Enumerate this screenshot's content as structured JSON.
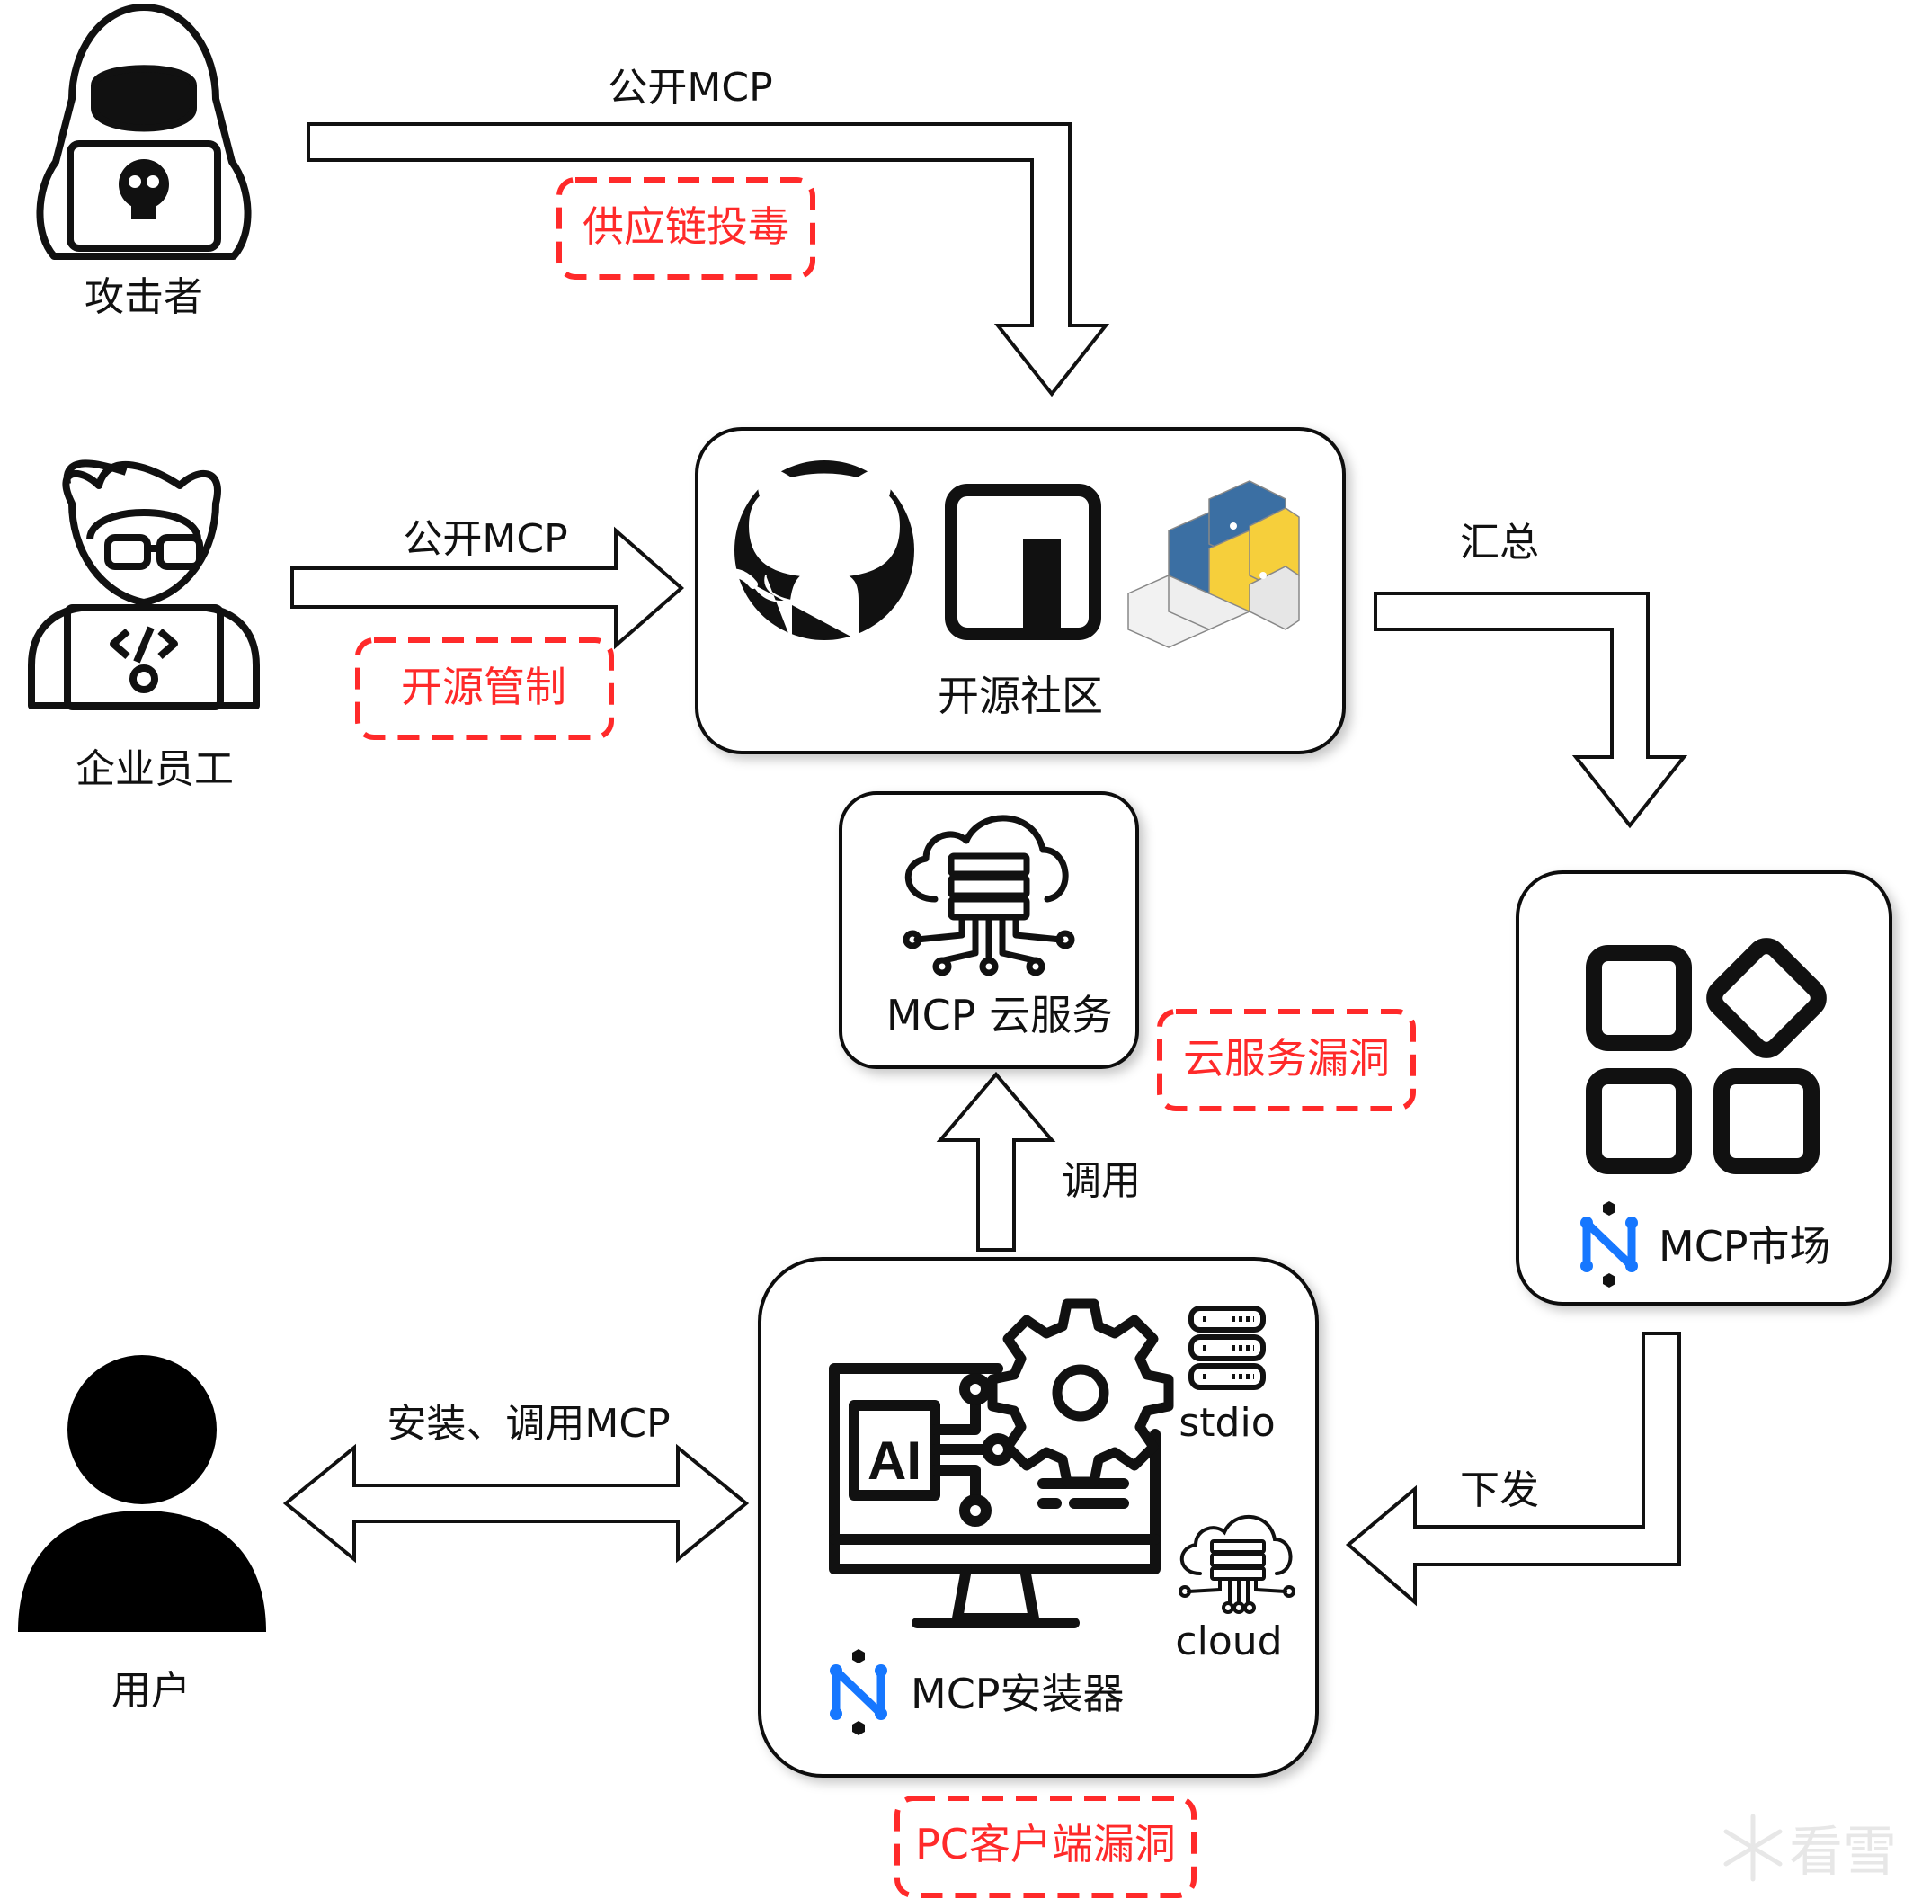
{
  "actors": {
    "attacker": "攻击者",
    "employee": "企业员工",
    "user": "用户"
  },
  "nodes": {
    "community": "开源社区",
    "cloud_service": "MCP 云服务",
    "market": "MCP市场",
    "installer": "MCP安装器",
    "stdio": "stdio",
    "cloud": "cloud"
  },
  "edges": {
    "attacker_publish": "公开MCP",
    "employee_publish": "公开MCP",
    "aggregate": "汇总",
    "distribute": "下发",
    "invoke": "调用",
    "install_invoke": "安装、调用MCP"
  },
  "risks": {
    "supply_chain": "供应链投毒",
    "oss_control": "开源管制",
    "cloud_vuln": "云服务漏洞",
    "pc_vuln": "PC客户端漏洞"
  },
  "watermark": "看雪",
  "colors": {
    "risk": "#ff2a2a",
    "stroke": "#111111",
    "brand_blue": "#1677ff",
    "python_blue": "#3b6fa3",
    "python_yellow": "#f6cf3b"
  }
}
